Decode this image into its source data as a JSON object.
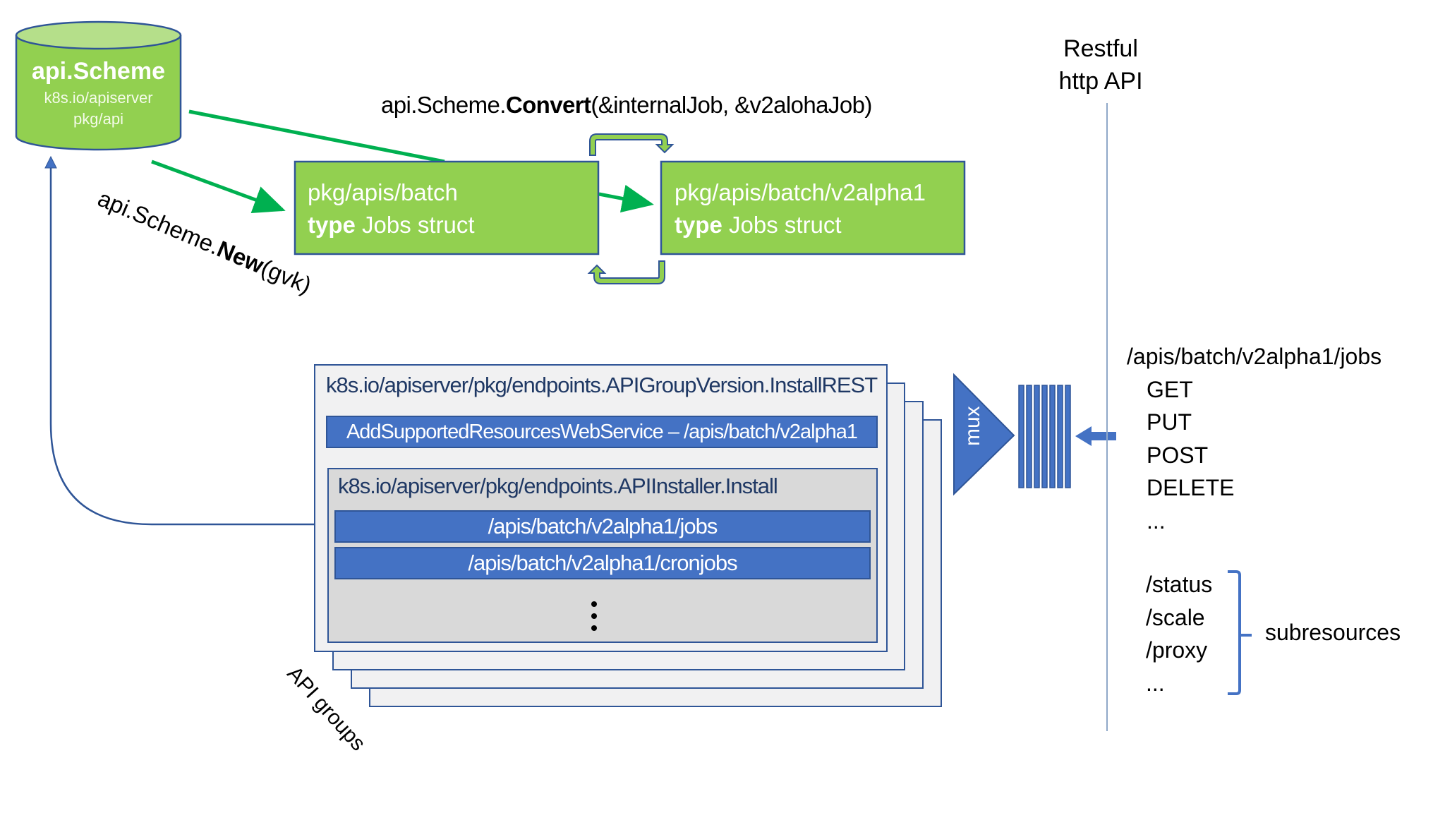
{
  "scheme": {
    "title": "api.Scheme",
    "line1": "k8s.io/apiserver",
    "line2": "pkg/api"
  },
  "convert_call": {
    "prefix": "api.Scheme.",
    "method": "Convert",
    "args": "(&internalJob, &v2alohaJob)"
  },
  "new_call": {
    "prefix": "api.Scheme.",
    "method": "New",
    "args": "(gvk)"
  },
  "internal_box": {
    "path": "pkg/apis/batch",
    "keyword": "type",
    "rest": " Jobs struct"
  },
  "versioned_box": {
    "path": "pkg/apis/batch/v2alpha1",
    "keyword": "type",
    "rest": " Jobs struct"
  },
  "api_group_card": {
    "title": "k8s.io/apiserver/pkg/endpoints.APIGroupVersion.InstallREST",
    "web_service": "AddSupportedResourcesWebService – /apis/batch/v2alpha1",
    "installer": {
      "title": "k8s.io/apiserver/pkg/endpoints.APIInstaller.Install",
      "routes": [
        "/apis/batch/v2alpha1/jobs",
        "/apis/batch/v2alpha1/cronjobs"
      ]
    },
    "stack_label": "API groups"
  },
  "mux": {
    "label": "mux"
  },
  "restful": {
    "line1": "Restful",
    "line2": "http API"
  },
  "endpoint": {
    "path": "/apis/batch/v2alpha1/jobs",
    "verbs": [
      "GET",
      "PUT",
      "POST",
      "DELETE",
      "..."
    ]
  },
  "subresources": {
    "items": [
      "/status",
      "/scale",
      "/proxy",
      "..."
    ],
    "label": "subresources"
  },
  "colors": {
    "green_fill": "#92d050",
    "green_arrow": "#00b050",
    "blue_fill": "#4472c4",
    "blue_border": "#2f5597",
    "divider": "#8fa8c8"
  }
}
